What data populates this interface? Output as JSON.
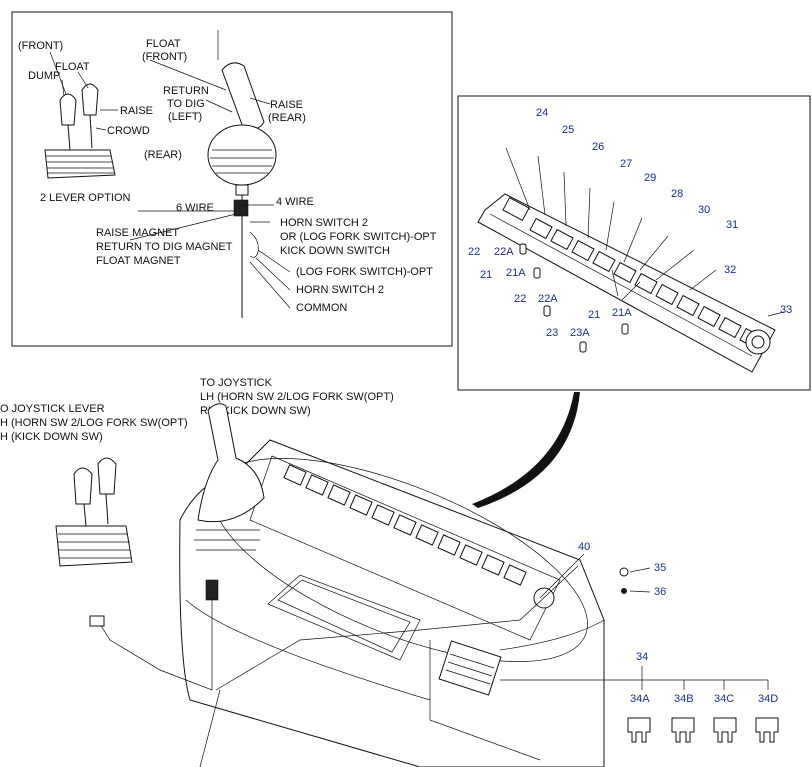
{
  "joystick_inset": {
    "labels": {
      "front": "(FRONT)",
      "float": "FLOAT",
      "dump": "DUMP",
      "raise": "RAISE",
      "crowd": "CROWD",
      "rear": "(REAR)",
      "two_lever": "2 LEVER OPTION",
      "float_front_1": "FLOAT",
      "float_front_2": "(FRONT)",
      "return_1": "RETURN",
      "return_2": "TO DIG",
      "return_3": "(LEFT)",
      "raise_rear_1": "RAISE",
      "raise_rear_2": "(REAR)",
      "six_wire": "6 WIRE",
      "four_wire": "4 WIRE",
      "raise_magnet": "RAISE MAGNET",
      "return_magnet": "RETURN TO DIG MAGNET",
      "float_magnet": "FLOAT MAGNET",
      "horn_1": "HORN SWITCH 2",
      "horn_2": "OR (LOG FORK SWITCH)-OPT",
      "horn_3": "KICK DOWN SWITCH",
      "log_fork": "(LOG FORK SWITCH)-OPT",
      "horn_sw2": "HORN SWITCH 2",
      "common": "COMMON"
    }
  },
  "panel_inset": {
    "callouts": [
      "24",
      "25",
      "26",
      "27",
      "29",
      "28",
      "30",
      "31",
      "32",
      "33",
      "22",
      "22A",
      "21",
      "21A",
      "22",
      "22A",
      "21",
      "21A",
      "23",
      "23A"
    ]
  },
  "main_view": {
    "labels": {
      "to_joystick": "TO JOYSTICK",
      "lh": "LH (HORN SW 2/LOG FORK SW(OPT)",
      "rh": "RH (KICK DOWN SW)",
      "to_lever": "O JOYSTICK LEVER",
      "lh2": "H (HORN SW 2/LOG FORK SW(OPT)",
      "rh2": "H (KICK DOWN SW)"
    },
    "callouts": [
      "40",
      "35",
      "36",
      "34",
      "34A",
      "34B",
      "34C",
      "34D"
    ]
  }
}
